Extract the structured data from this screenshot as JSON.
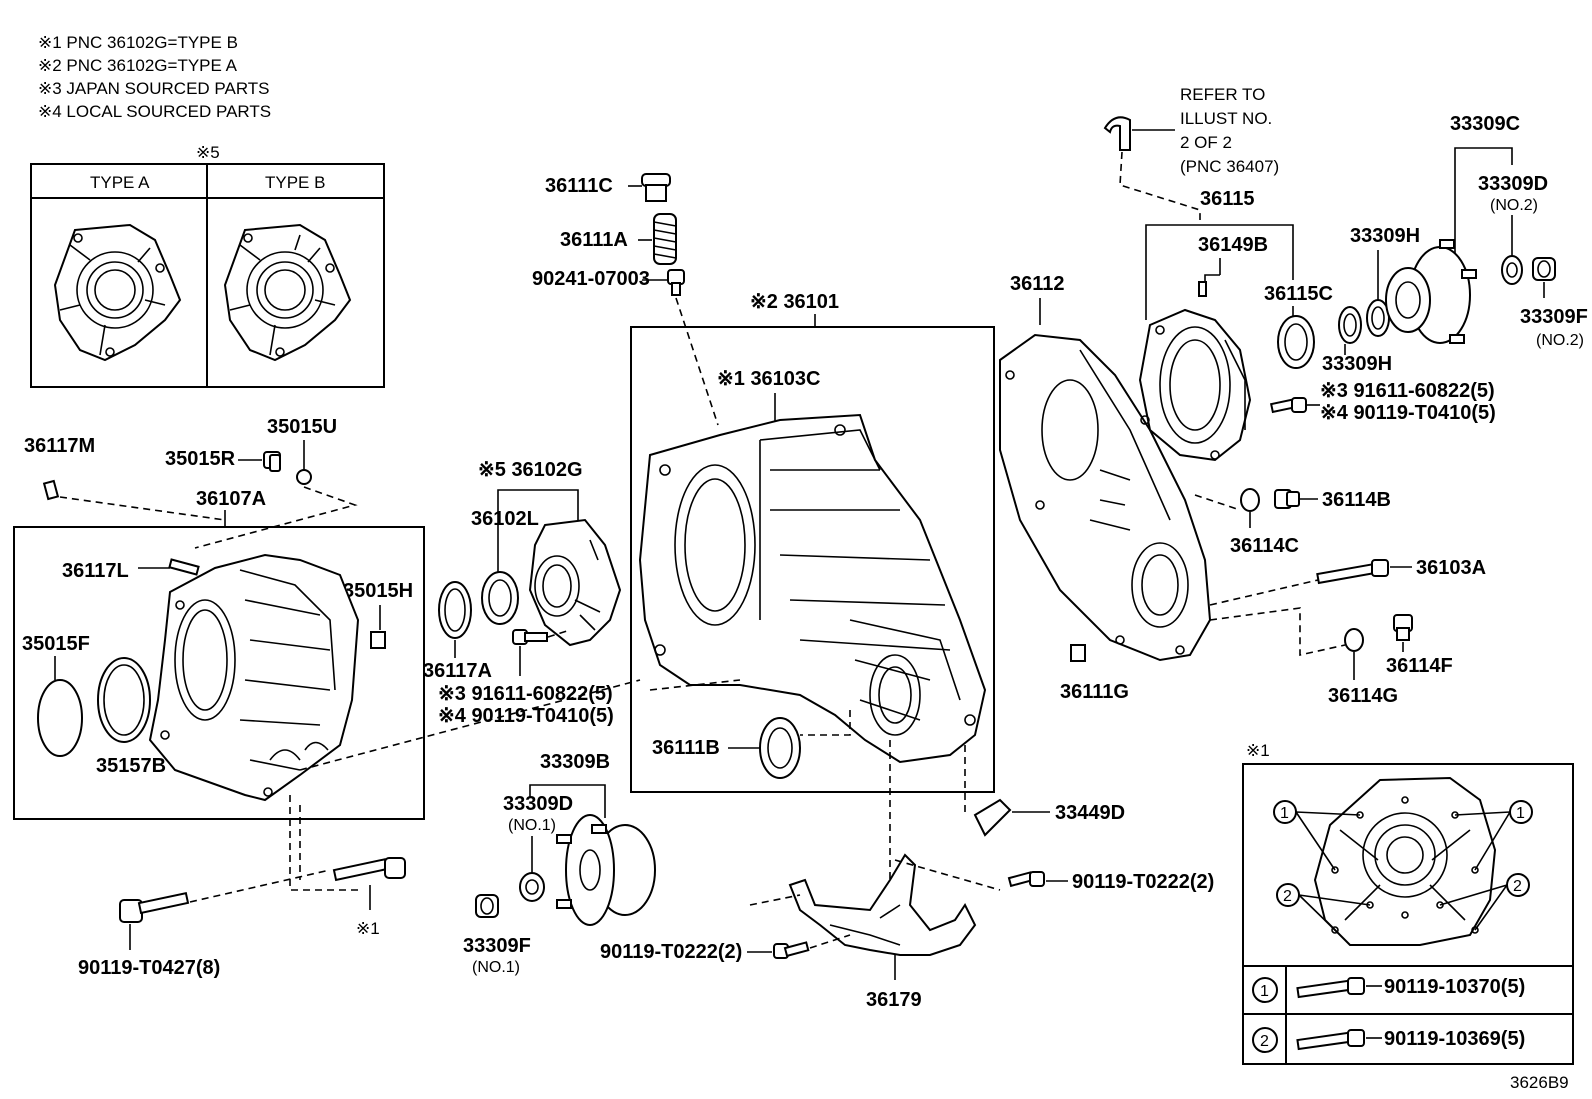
{
  "notes": [
    "※1 PNC 36102G=TYPE B",
    "※2 PNC 36102G=TYPE A",
    "※3 JAPAN SOURCED PARTS",
    "※4 LOCAL SOURCED PARTS"
  ],
  "type_table": {
    "mark": "※5",
    "type_a": "TYPE A",
    "type_b": "TYPE B"
  },
  "refer_note": [
    "REFER TO",
    "ILLUST NO.",
    "2 OF 2",
    "(PNC 36407)"
  ],
  "labels": {
    "p36111C": "36111C",
    "p36111A": "36111A",
    "p90241": "90241-07003",
    "p36101": "※2 36101",
    "p36103C": "※1 36103C",
    "p36112": "36112",
    "p36115": "36115",
    "p36149B": "36149B",
    "p36115C": "36115C",
    "p33309C": "33309C",
    "p33309D_top": "33309D",
    "no2_a": "(NO.2)",
    "p33309H_a": "33309H",
    "p33309H_b": "33309H",
    "p33309F_top": "33309F",
    "no2_b": "(NO.2)",
    "bolt_right_3": "※3 91611-60822(5)",
    "bolt_right_4": "※4 90119-T0410(5)",
    "p36114B": "36114B",
    "p36114C": "36114C",
    "p36103A": "36103A",
    "p36114F": "36114F",
    "p36114G": "36114G",
    "p36111G": "36111G",
    "p36117M": "36117M",
    "p35015U": "35015U",
    "p35015R": "35015R",
    "p36107A": "36107A",
    "p36102G": "※5 36102G",
    "p36102L": "36102L",
    "p36117L": "36117L",
    "p35015H": "35015H",
    "p35015F": "35015F",
    "p35157B": "35157B",
    "p36117A": "36117A",
    "bolt_mid_3": "※3 91611-60822(5)",
    "bolt_mid_4": "※4 90119-T0410(5)",
    "p36111B": "36111B",
    "p33309B": "33309B",
    "p33309D_bot": "33309D",
    "no1_a": "(NO.1)",
    "p33309F_bot": "33309F",
    "no1_b": "(NO.1)",
    "p33449D": "33449D",
    "p90119T0222_r": "90119-T0222(2)",
    "p90119T0222_l": "90119-T0222(2)",
    "p36179": "36179",
    "p90119T0427": "90119-T0427(8)",
    "mark1_bottom": "※1",
    "mark1_inset": "※1"
  },
  "inset_table": {
    "row1_num": "1",
    "row1_part": "90119-10370(5)",
    "row2_num": "2",
    "row2_part": "90119-10369(5)",
    "callout_1": "1",
    "callout_2": "2"
  },
  "figure_code": "3626B9"
}
